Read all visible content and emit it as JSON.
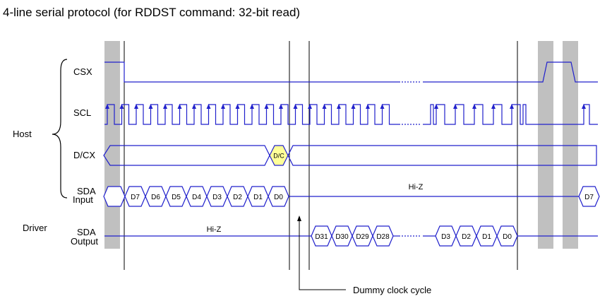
{
  "title": "4-line serial protocol (for RDDST command: 32-bit read)",
  "groups": {
    "host": "Host",
    "driver": "Driver"
  },
  "signals": {
    "csx": "CSX",
    "scl": "SCL",
    "dcx": "D/CX",
    "sda_input": {
      "line1": "SDA",
      "line2": "Input"
    },
    "sda_output": {
      "line1": "SDA",
      "line2": "Output"
    }
  },
  "dcx_cell": "D/C",
  "sda_input_bits": [
    "D7",
    "D6",
    "D5",
    "D4",
    "D3",
    "D2",
    "D1",
    "D0"
  ],
  "sda_input_tail": "D7",
  "sda_output_bits_head": [
    "D31",
    "D30",
    "D29",
    "D28"
  ],
  "sda_output_bits_tail": [
    "D3",
    "D2",
    "D1",
    "D0"
  ],
  "hiz_input": "Hi-Z",
  "hiz_output": "Hi-Z",
  "dummy_label": "Dummy clock cycle",
  "colors": {
    "signal": "#2020cc",
    "shade": "#c0c0c0",
    "highlight": "#ffff99",
    "black": "#000000"
  }
}
